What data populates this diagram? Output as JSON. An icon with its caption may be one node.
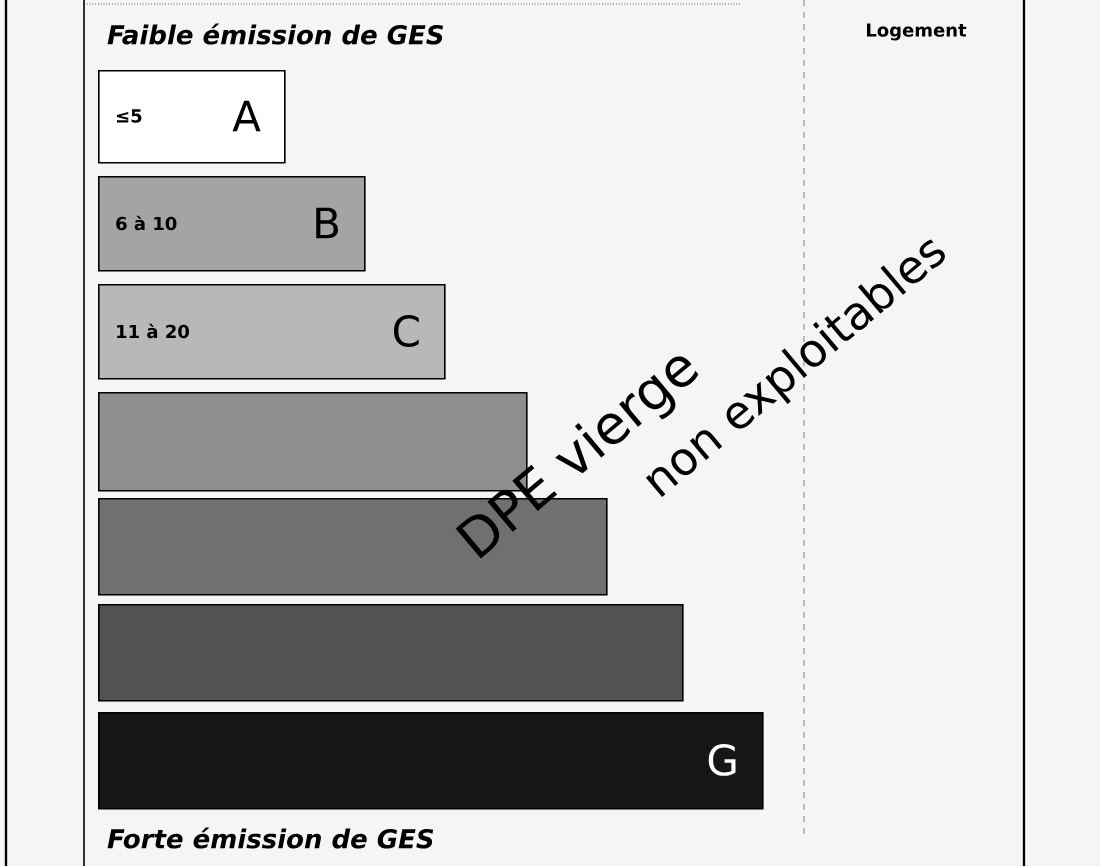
{
  "diagram": {
    "nodes": [
      {
        "text": [
          "≤5",
          "A"
        ]
      },
      {
        "text": [
          "6 à 10",
          "B"
        ]
      },
      {
        "text": [
          "11 à 20",
          "C"
        ]
      },
      {
        "text": [],
        "shape": "bar"
      },
      {
        "text": [],
        "shape": "bar"
      },
      {
        "text": [],
        "shape": "bar"
      },
      {
        "text": [
          "G"
        ]
      }
    ],
    "labels": [
      "Faible émission de GES",
      "Logement",
      "Forte émission de GES",
      "DPE vierge",
      "non exploitables"
    ]
  }
}
